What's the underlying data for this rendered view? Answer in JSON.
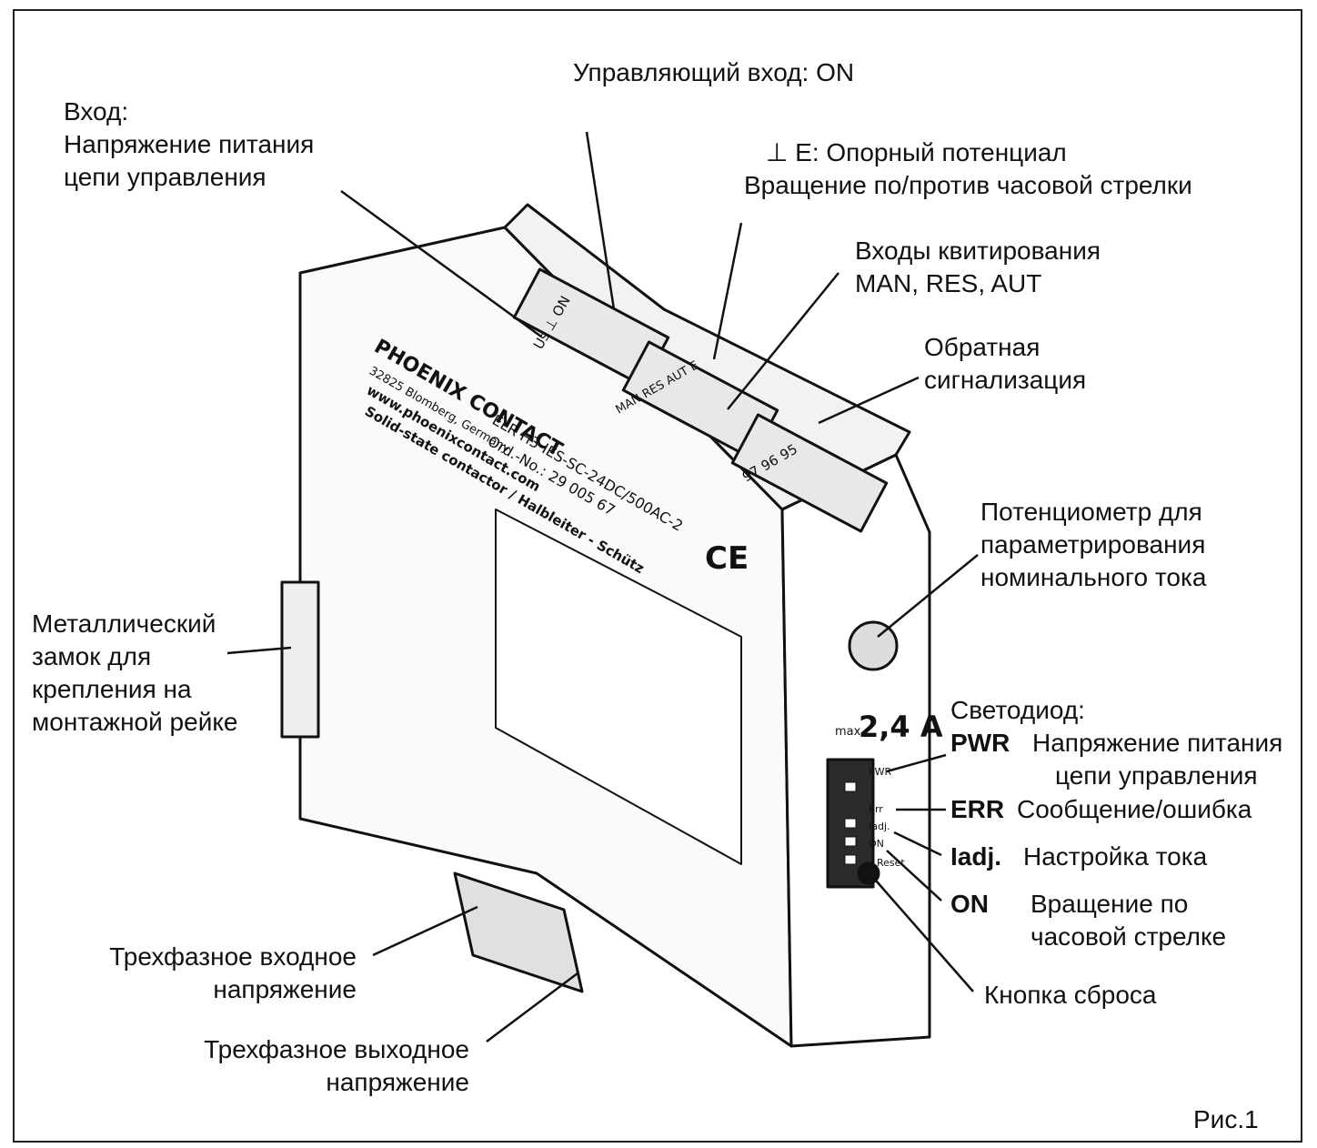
{
  "labels": {
    "control_input": "Управляющий вход: ON",
    "input_title": "Вход:",
    "input_line1": "Напряжение питания",
    "input_line2": "цепи управления",
    "ref_line1": "⊥ E: Опорный потенциал",
    "ref_line2": "Вращение по/против часовой стрелки",
    "ack_line1": "Входы квитирования",
    "ack_line2": "MAN, RES, AUT",
    "fb_line1": "Обратная",
    "fb_line2": "сигнализация",
    "pot_line1": "Потенциометр для",
    "pot_line2": "параметрирования",
    "pot_line3": "номинального тока",
    "lock_line1": "Металлический",
    "lock_line2": "замок для",
    "lock_line3": "крепления на",
    "lock_line4": "монтажной рейке",
    "led_title": "Светодиод:",
    "pwr_key": "PWR",
    "pwr_desc1": "Напряжение питания",
    "pwr_desc2": "цепи управления",
    "err_key": "ERR",
    "err_desc": "Сообщение/ошибка",
    "iadj_key": "Iadj.",
    "iadj_desc": "Настройка тока",
    "on_key": "ON",
    "on_desc1": "Вращение по",
    "on_desc2": "часовой стрелке",
    "in3_line1": "Трехфазное входное",
    "in3_line2": "напряжение",
    "out3_line1": "Трехфазное выходное",
    "out3_line2": "напряжение",
    "reset": "Кнопка сброса",
    "fig": "Рис.1"
  },
  "device": {
    "brand": "PHOENIX CONTACT",
    "address": "32825 Blomberg, Germany",
    "web": "www.phoenixcontact.com",
    "type_line": "Solid-state contactor / Halbleiter - Schütz",
    "model": "ELR H3-IES-SC-24DC/500AC-2",
    "order": "Ord.-No.: 29 005 67",
    "term_top1": "Us ⊥ ON",
    "term_top2": "MAN RES AUT E",
    "term_top3": "97 96 95",
    "current_max": "2,4 A",
    "max_prefix": "max.",
    "led_pwr": "PWR",
    "led_err": "Err",
    "led_iadj": "Iadj.",
    "led_on": "ON",
    "reset_txt": "Reset",
    "ce": "CE"
  }
}
